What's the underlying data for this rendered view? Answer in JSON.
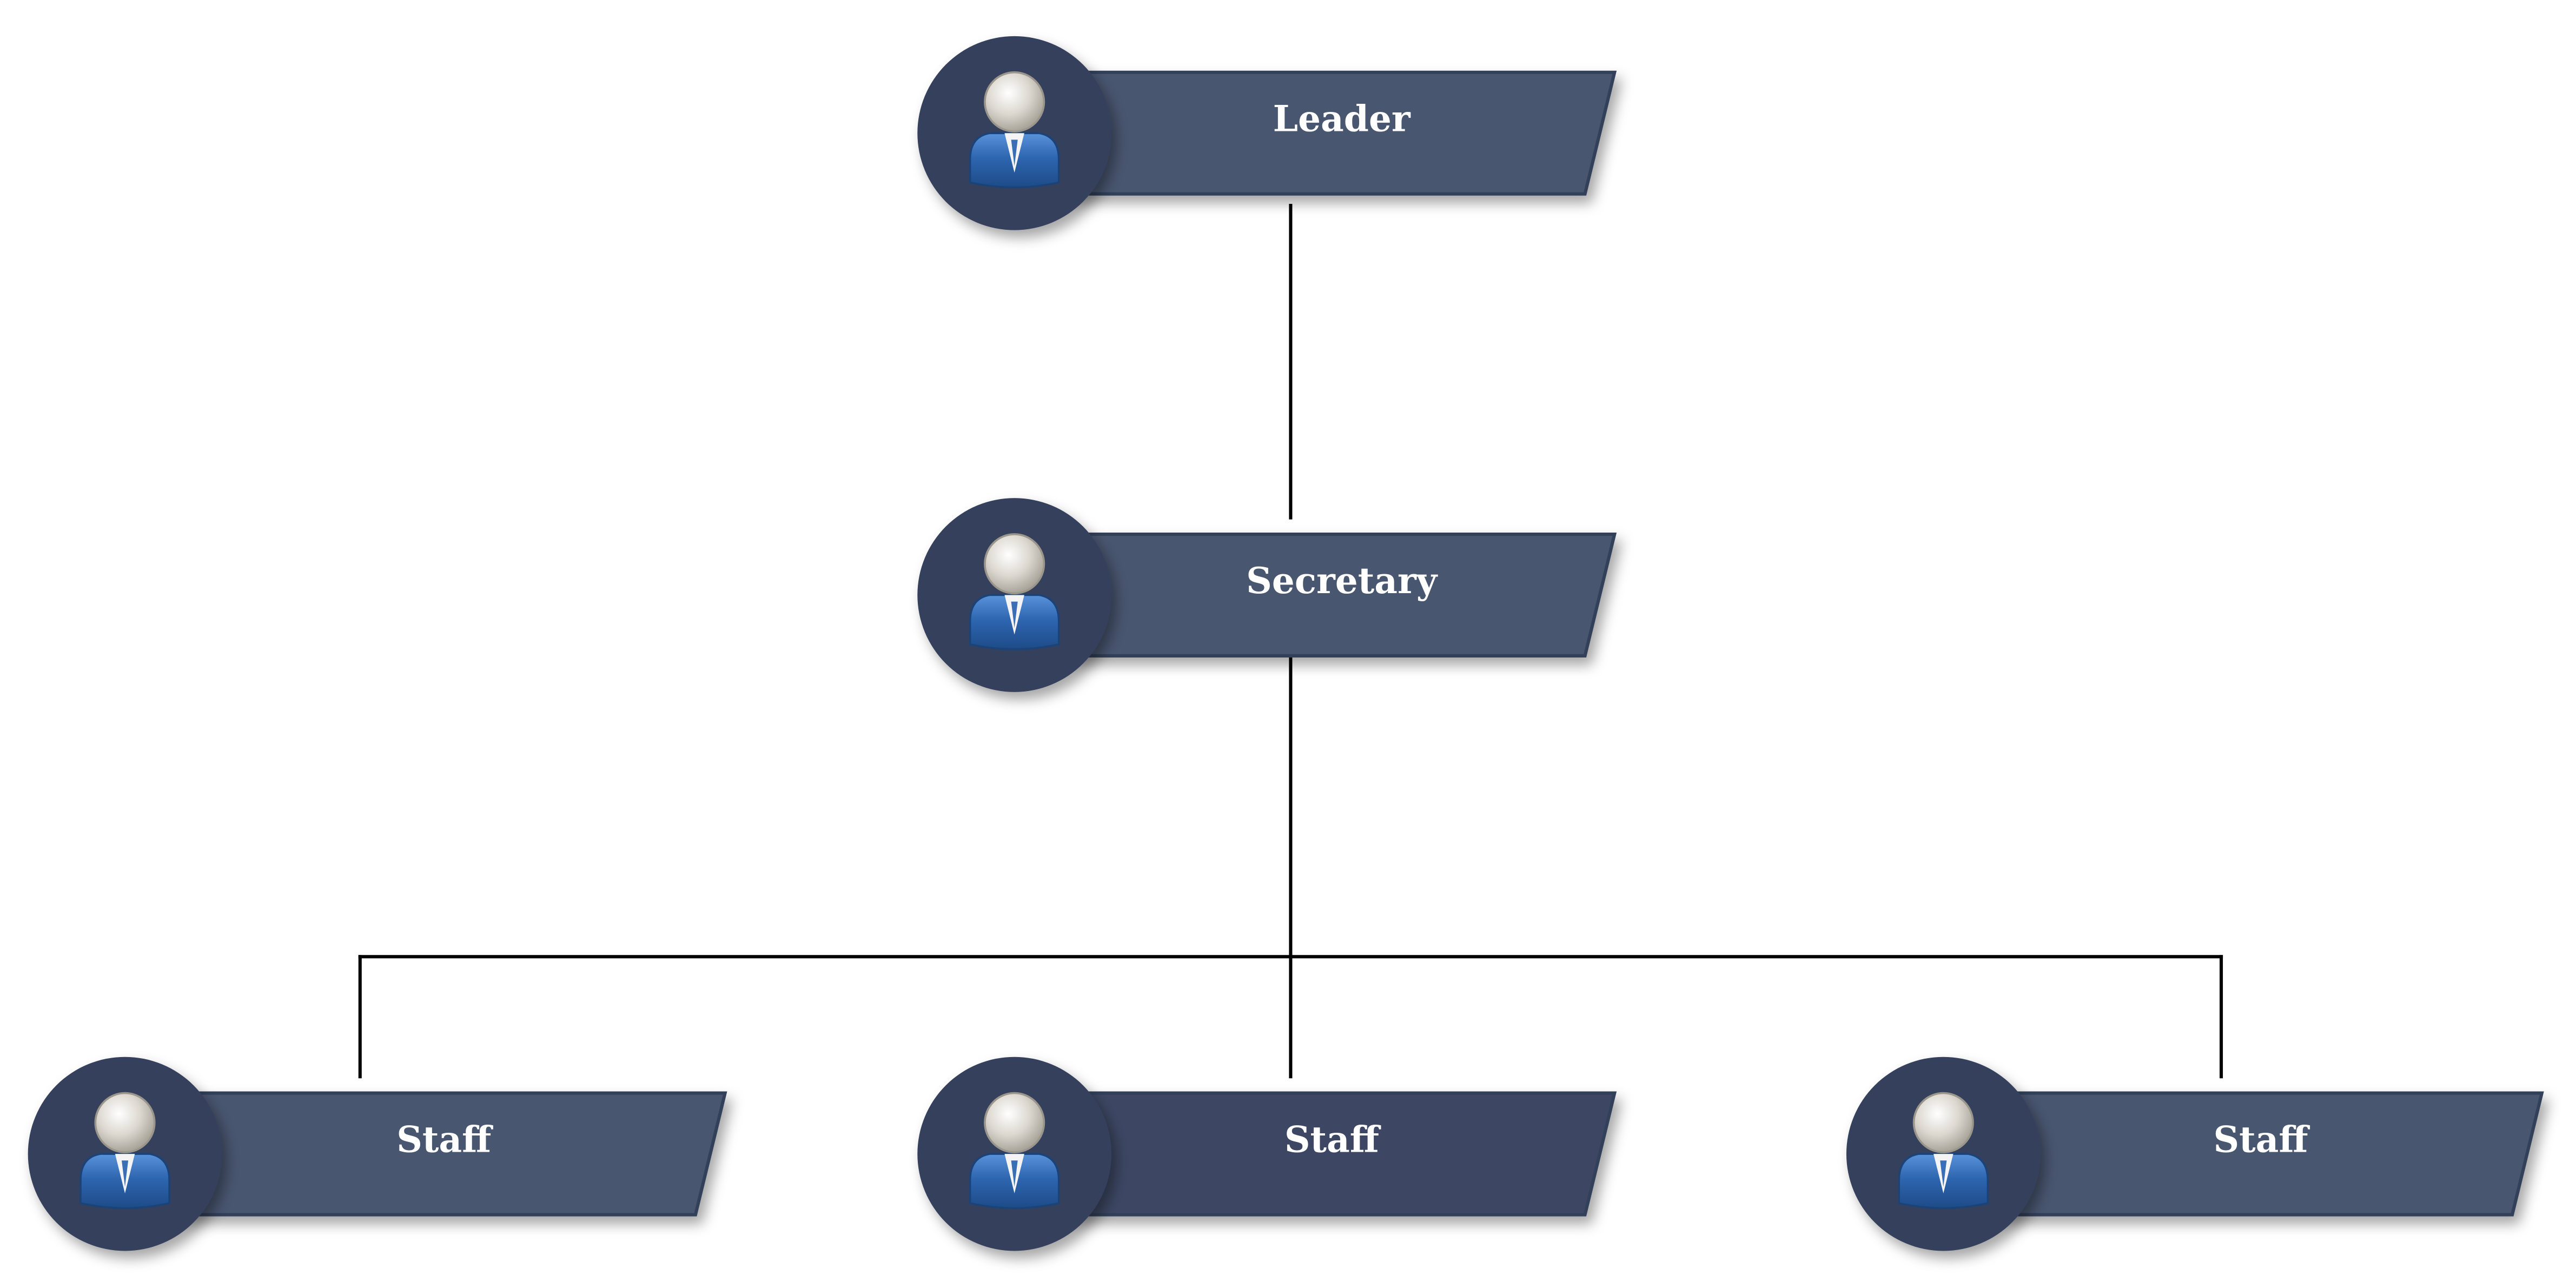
{
  "chart_data": {
    "type": "org-chart",
    "nodes": [
      {
        "id": "leader",
        "label": "Leader",
        "icon": "person-icon"
      },
      {
        "id": "secretary",
        "label": "Secretary",
        "icon": "person-icon"
      },
      {
        "id": "staff-left",
        "label": "Staff",
        "icon": "person-icon"
      },
      {
        "id": "staff-center",
        "label": "Staff",
        "icon": "person-icon"
      },
      {
        "id": "staff-right",
        "label": "Staff",
        "icon": "person-icon"
      }
    ],
    "edges": [
      {
        "from": "leader",
        "to": "secretary"
      },
      {
        "from": "secretary",
        "to": "staff-left"
      },
      {
        "from": "secretary",
        "to": "staff-center"
      },
      {
        "from": "secretary",
        "to": "staff-right"
      }
    ]
  },
  "colors": {
    "banner": "#4a566f",
    "banner_selected": "#3c4763",
    "circle": "#34405d",
    "connector": "#000000",
    "head": "#dcd8d0",
    "body": "#2e66b0",
    "label_text": "#ffffff"
  }
}
